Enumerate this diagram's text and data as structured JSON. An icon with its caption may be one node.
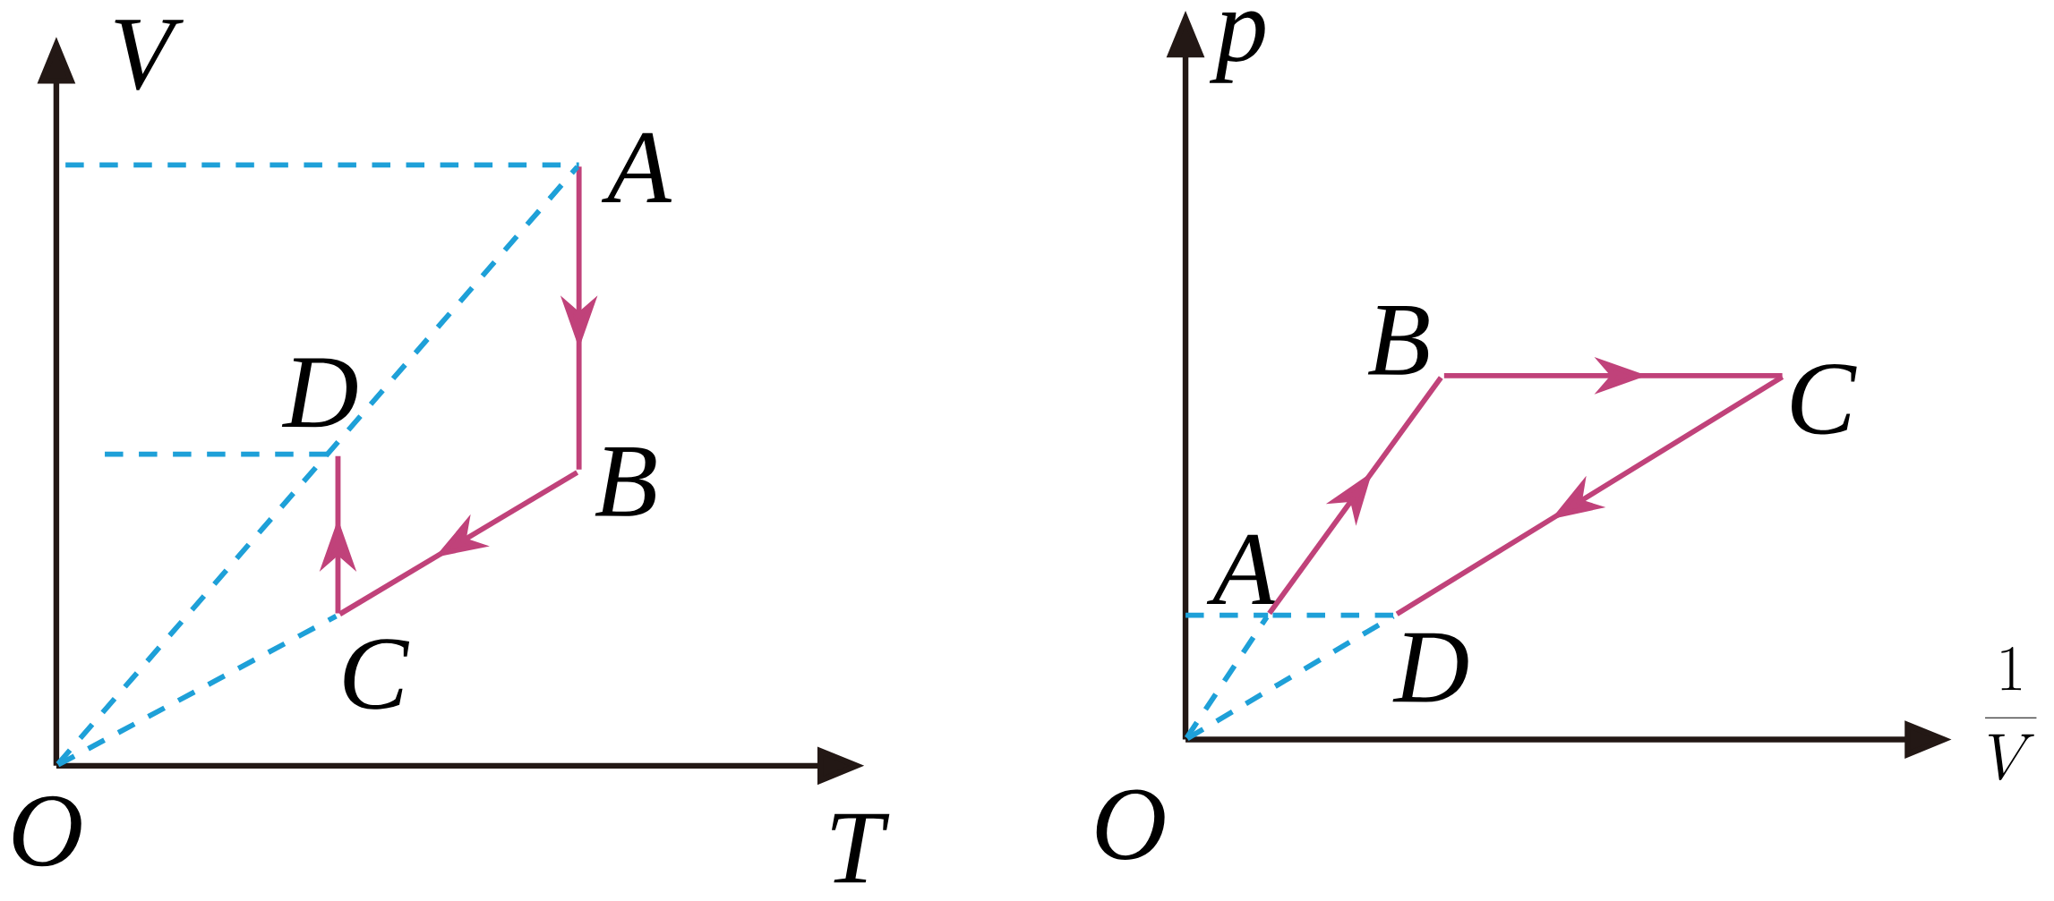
{
  "diagram": {
    "nodes": [
      {
        "text": [
          "O"
        ]
      },
      {
        "text": [
          "A"
        ]
      },
      {
        "text": [
          "B"
        ]
      },
      {
        "text": [
          "C"
        ]
      },
      {
        "text": [
          "D"
        ]
      },
      {
        "text": [
          "O"
        ]
      },
      {
        "text": [
          "A"
        ]
      },
      {
        "text": [
          "B"
        ]
      },
      {
        "text": [
          "C"
        ]
      },
      {
        "text": [
          "D"
        ]
      }
    ],
    "edges": [
      {
        "from": 1,
        "to": 2,
        "arrow": "to"
      },
      {
        "from": 2,
        "to": 3,
        "arrow": "to"
      },
      {
        "from": 3,
        "to": 4,
        "arrow": "to"
      },
      {
        "from": 0,
        "to": 1,
        "arrow": "none",
        "style": "dashed",
        "color": "#1ea0d8"
      },
      {
        "from": 0,
        "to": 3,
        "arrow": "none",
        "style": "dashed",
        "color": "#1ea0d8"
      },
      {
        "from": 6,
        "to": 7,
        "arrow": "to"
      },
      {
        "from": 7,
        "to": 8,
        "arrow": "to"
      },
      {
        "from": 8,
        "to": 9,
        "arrow": "to"
      },
      {
        "from": 5,
        "to": 6,
        "arrow": "none",
        "style": "dashed",
        "color": "#1ea0d8"
      },
      {
        "from": 5,
        "to": 9,
        "arrow": "none",
        "style": "dashed",
        "color": "#1ea0d8"
      },
      {
        "from": 9,
        "to": 6,
        "arrow": "none",
        "style": "dashed",
        "color": "#1ea0d8"
      }
    ],
    "labels": [
      "V",
      "T",
      "p",
      "\\frac{1}{V}"
    ]
  }
}
